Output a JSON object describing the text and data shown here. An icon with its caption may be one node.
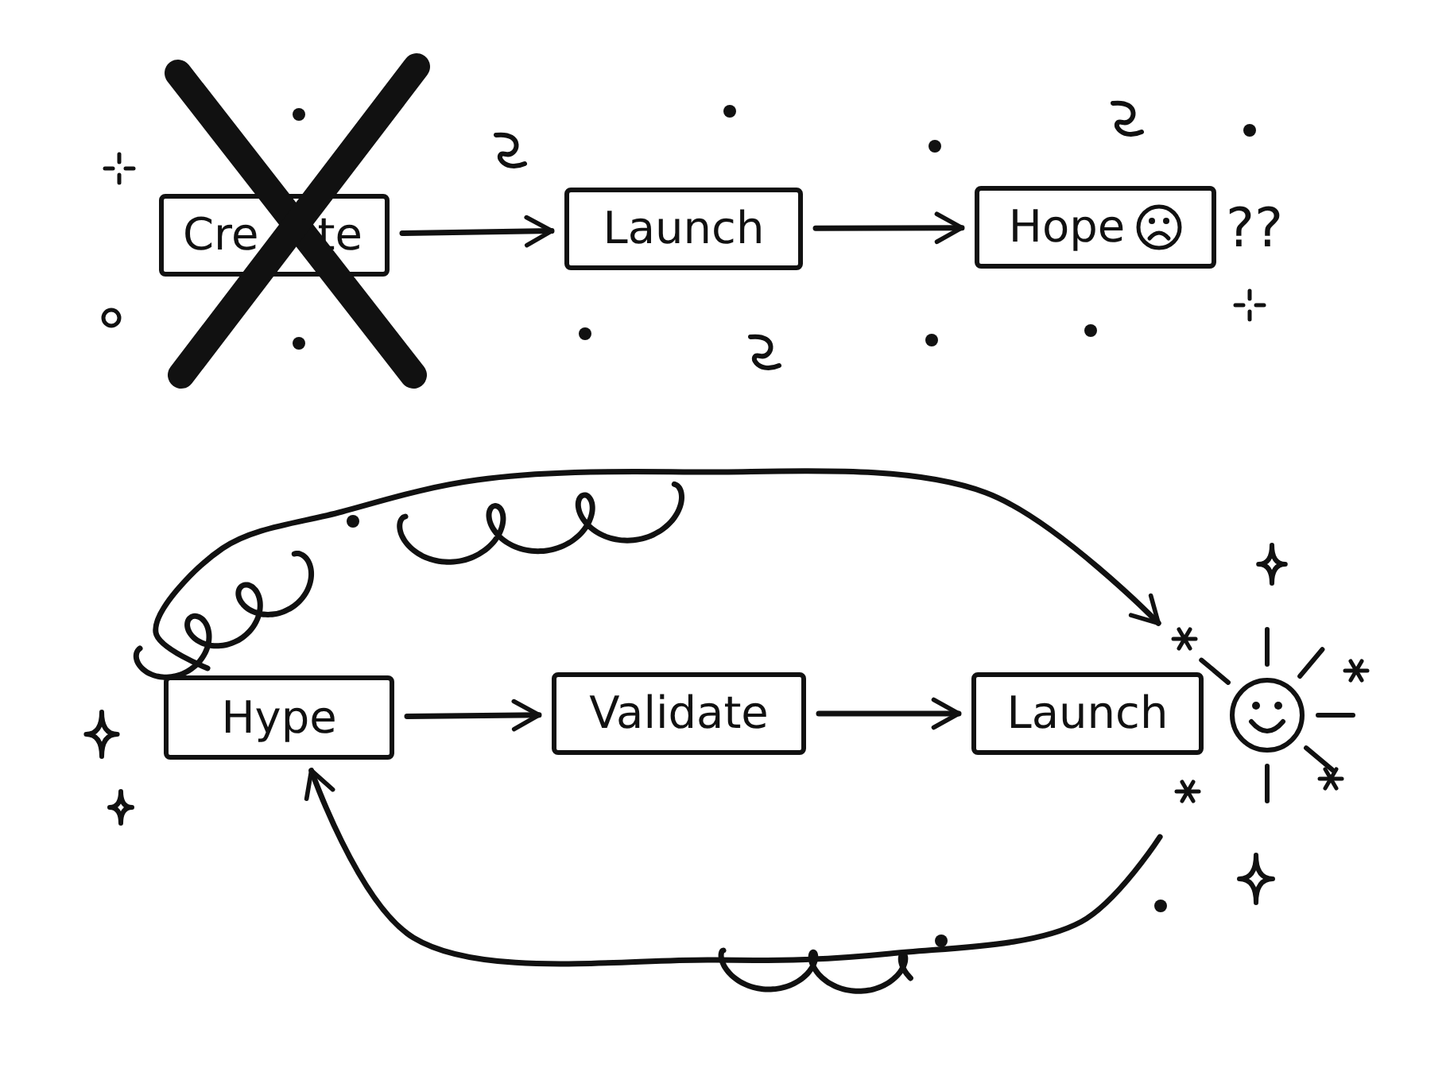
{
  "diagram": {
    "nodes": [
      {
        "text": [
          "Cre",
          "te"
        ]
      },
      {
        "text": [
          "Launch"
        ]
      },
      {
        "text": [
          "Hope"
        ],
        "beside": [
          "??"
        ]
      },
      {
        "text": [
          "Hype"
        ]
      },
      {
        "text": [
          "Validate"
        ]
      },
      {
        "text": [
          "Launch"
        ]
      },
      {
        "text": [],
        "shape": "picture"
      }
    ],
    "edges": [
      {
        "from": 0,
        "to": 1,
        "arrow": "to"
      },
      {
        "from": 1,
        "to": 2,
        "arrow": "to"
      },
      {
        "from": 3,
        "to": 4,
        "arrow": "to"
      },
      {
        "from": 4,
        "to": 5,
        "arrow": "to"
      },
      {
        "from": 3,
        "to": 6,
        "arrow": "to"
      },
      {
        "from": 6,
        "to": 3,
        "arrow": "to"
      }
    ]
  }
}
